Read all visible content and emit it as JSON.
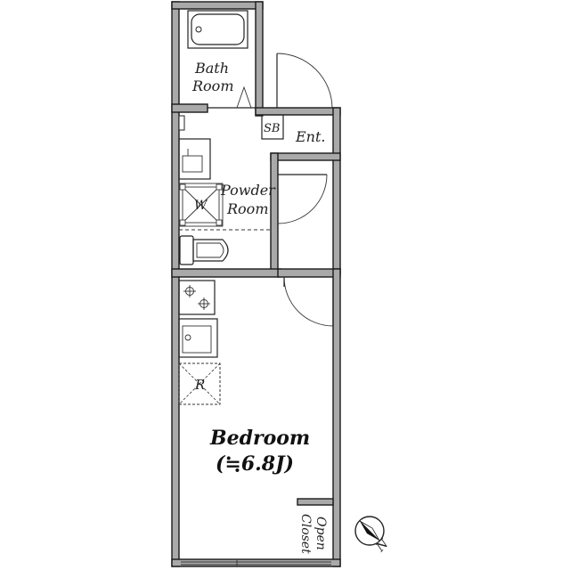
{
  "rooms": {
    "bath": [
      "Bath",
      "Room"
    ],
    "powder": [
      "Powder",
      "Room"
    ],
    "sb": "SB",
    "entrance": "Ent.",
    "washer": "W",
    "fridge": "R",
    "bedroom": "Bedroom",
    "bedroom_size": "(≒6.8J)",
    "closet": [
      "Open",
      "Closet"
    ]
  },
  "compass": {
    "north_label": "N"
  },
  "colors": {
    "wall_fill": "#a9a9a9",
    "line": "#1a1a1a",
    "background": "#ffffff"
  }
}
